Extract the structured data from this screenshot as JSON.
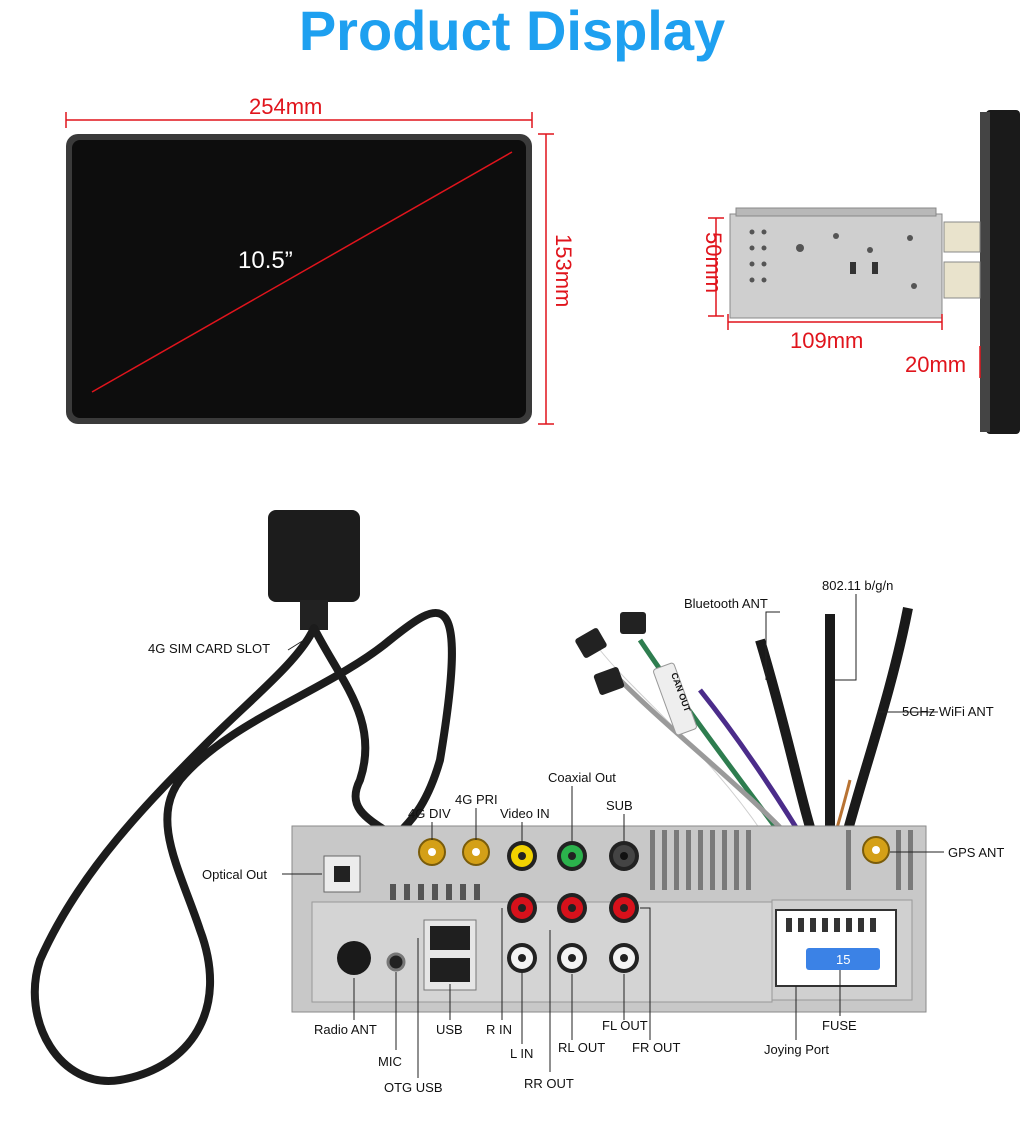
{
  "title": "Product Display",
  "colors": {
    "title": "#1ea0f0",
    "dimension_line": "#e0141c",
    "screen": "#0d0d0d",
    "chassis": "#c8c8c8",
    "rca_yellow": "#f2d200",
    "rca_green": "#2bb24c",
    "rca_red": "#d8111b",
    "rca_white": "#f4f4f4",
    "fuse_blue": "#3b82e6"
  },
  "screen": {
    "diagonal": "10.5”",
    "width": "254mm",
    "height": "153mm"
  },
  "side_view": {
    "height": "50mm",
    "depth": "109mm",
    "bezel": "20mm"
  },
  "labels": {
    "sim_slot": "4G SIM CARD SLOT",
    "optical_out": "Optical Out",
    "g4_div": "4G DIV",
    "g4_pri": "4G PRI",
    "video_in": "Video IN",
    "coaxial_out": "Coaxial Out",
    "sub": "SUB",
    "bluetooth_ant": "Bluetooth ANT",
    "wifi_80211": "802.11 b/g/n",
    "wifi_5ghz": "5GHz WiFi ANT",
    "gps_ant": "GPS ANT",
    "radio_ant": "Radio ANT",
    "mic": "MIC",
    "otg_usb": "OTG USB",
    "usb": "USB",
    "r_in": "R IN",
    "l_in": "L IN",
    "rr_out": "RR OUT",
    "rl_out": "RL OUT",
    "fl_out": "FL OUT",
    "fr_out": "FR OUT",
    "joying_port": "Joying Port",
    "fuse": "FUSE",
    "fuse_rating": "15",
    "can_tag": "CAN OUT"
  }
}
